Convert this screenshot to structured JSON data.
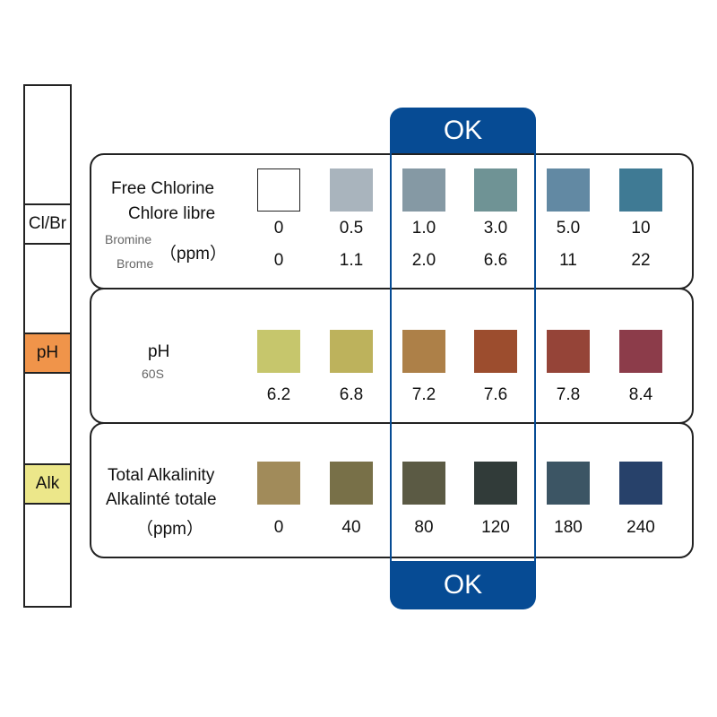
{
  "strip": {
    "pads": [
      {
        "label": "Cl/Br",
        "color": "#ffffff"
      },
      {
        "label": "pH",
        "color": "#f0944a"
      },
      {
        "label": "Alk",
        "color": "#ece78a"
      }
    ]
  },
  "ok_band": {
    "top_label": "OK",
    "bottom_label": "OK",
    "color": "#064b94"
  },
  "chlorine": {
    "title_en": "Free Chlorine",
    "title_fr": "Chlore libre",
    "bromine_en": "Bromine",
    "bromine_fr": "Brome",
    "unit": "（ppm）",
    "swatches": [
      {
        "color": "#ffffff",
        "chlorine": "0",
        "bromine": "0"
      },
      {
        "color": "#a9b4bd",
        "chlorine": "0.5",
        "bromine": "1.1"
      },
      {
        "color": "#8599a4",
        "chlorine": "1.0",
        "bromine": "2.0"
      },
      {
        "color": "#6f9395",
        "chlorine": "3.0",
        "bromine": "6.6"
      },
      {
        "color": "#6289a3",
        "chlorine": "5.0",
        "bromine": "11"
      },
      {
        "color": "#3f7a94",
        "chlorine": "10",
        "bromine": "22"
      }
    ]
  },
  "ph": {
    "title": "pH",
    "subtitle": "60S",
    "swatches": [
      {
        "color": "#c6c66c",
        "value": "6.2"
      },
      {
        "color": "#bdb25c",
        "value": "6.8"
      },
      {
        "color": "#ad8048",
        "value": "7.2"
      },
      {
        "color": "#9c4d2e",
        "value": "7.6"
      },
      {
        "color": "#954438",
        "value": "7.8"
      },
      {
        "color": "#8c3c4a",
        "value": "8.4"
      }
    ]
  },
  "alkalinity": {
    "title_en": "Total Alkalinity",
    "title_fr": "Alkalinté totale",
    "unit": "（ppm）",
    "swatches": [
      {
        "color": "#a18b5a",
        "value": "0"
      },
      {
        "color": "#787048",
        "value": "40"
      },
      {
        "color": "#5b5a44",
        "value": "80"
      },
      {
        "color": "#313b39",
        "value": "120"
      },
      {
        "color": "#3c5564",
        "value": "180"
      },
      {
        "color": "#27416a",
        "value": "240"
      }
    ]
  }
}
